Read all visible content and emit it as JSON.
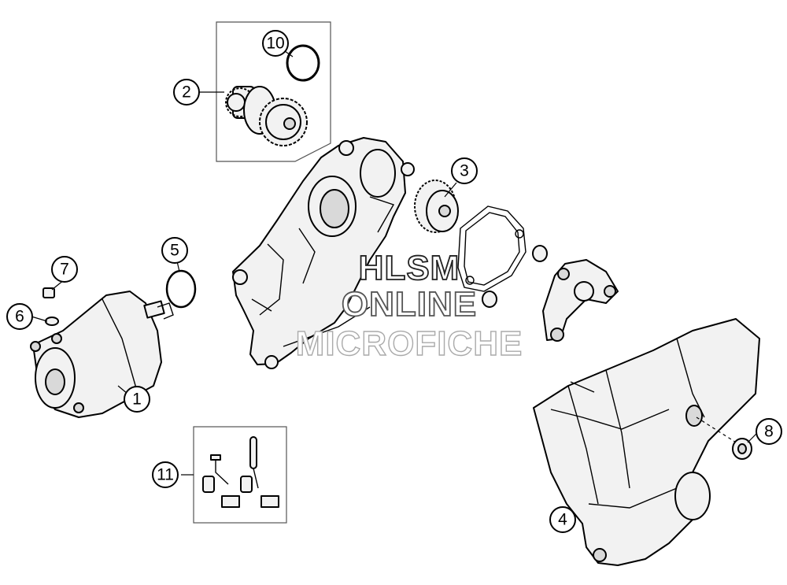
{
  "callouts": [
    {
      "id": "1",
      "label": "1"
    },
    {
      "id": "2",
      "label": "2"
    },
    {
      "id": "3",
      "label": "3"
    },
    {
      "id": "4",
      "label": "4"
    },
    {
      "id": "5",
      "label": "5"
    },
    {
      "id": "6",
      "label": "6"
    },
    {
      "id": "7",
      "label": "7"
    },
    {
      "id": "8",
      "label": "8"
    },
    {
      "id": "10",
      "label": "10"
    },
    {
      "id": "11",
      "label": "11"
    }
  ],
  "watermark": {
    "line1": "HLSM",
    "line2": "ONLINE",
    "line3": "MICROFICHE"
  },
  "icons": [
    "starter-motor",
    "starter-idler-gear",
    "o-ring",
    "intermediate-gear",
    "gasket",
    "dowel-pin",
    "gear-cover",
    "ignition-cover",
    "washer",
    "plug",
    "carbon-brush-set",
    "ignition-housing"
  ]
}
